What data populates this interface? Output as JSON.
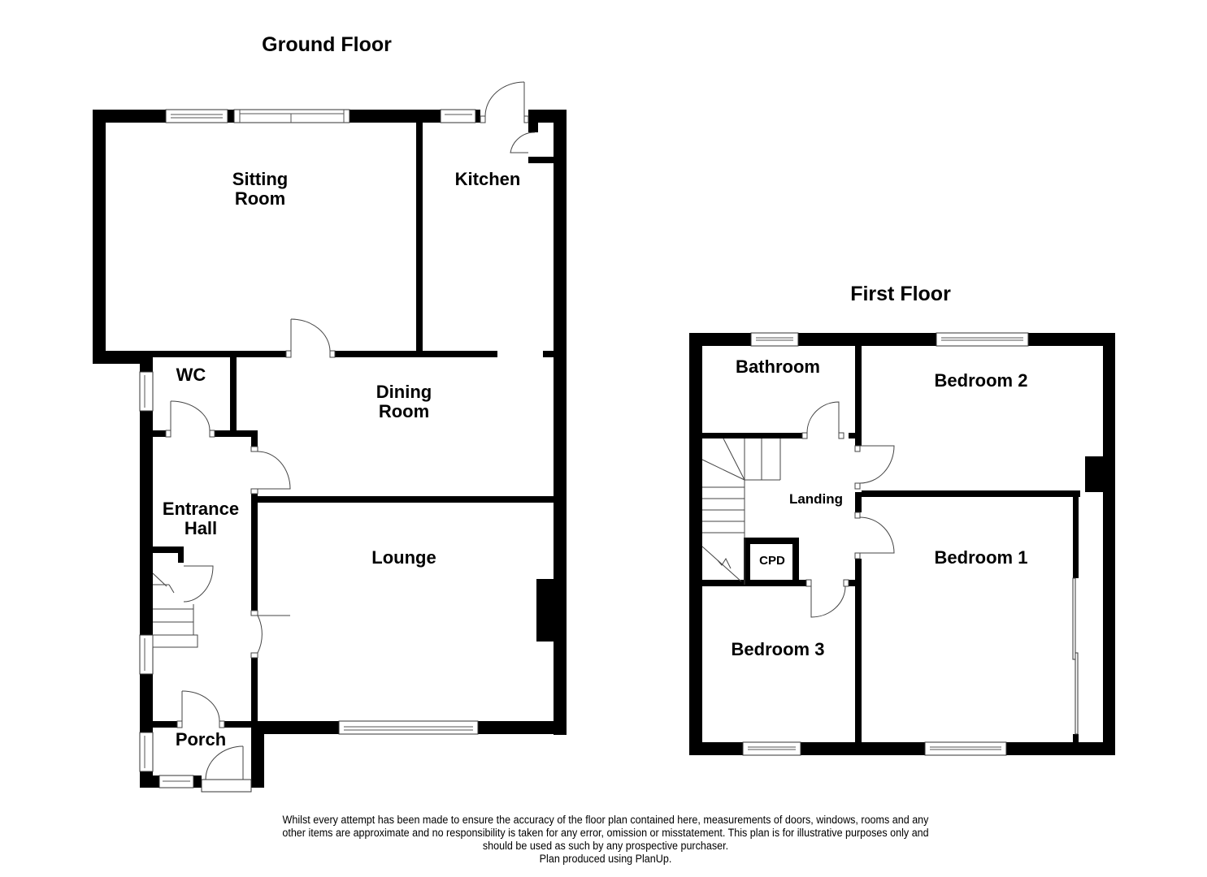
{
  "floors": {
    "ground": {
      "title": "Ground Floor",
      "rooms": {
        "sitting_room": [
          "Sitting",
          "Room"
        ],
        "kitchen": "Kitchen",
        "wc": "WC",
        "dining_room": [
          "Dining",
          "Room"
        ],
        "entrance_hall": [
          "Entrance",
          "Hall"
        ],
        "lounge": "Lounge",
        "porch": "Porch"
      }
    },
    "first": {
      "title": "First Floor",
      "rooms": {
        "bathroom": "Bathroom",
        "bedroom_2": "Bedroom 2",
        "landing": "Landing",
        "cpd": "CPD",
        "bedroom_1": "Bedroom 1",
        "bedroom_3": "Bedroom 3"
      }
    }
  },
  "disclaimer": {
    "lines": [
      "Whilst every attempt has been made to ensure the accuracy of the floor plan contained here, measurements of doors, windows, rooms and any",
      "other items are approximate and no responsibility is taken for any error, omission or misstatement. This plan is for illustrative purposes only and",
      "should be used as such by any prospective purchaser.",
      "Plan produced using PlanUp."
    ]
  },
  "colors": {
    "wall": "#000000",
    "background": "#ffffff"
  }
}
